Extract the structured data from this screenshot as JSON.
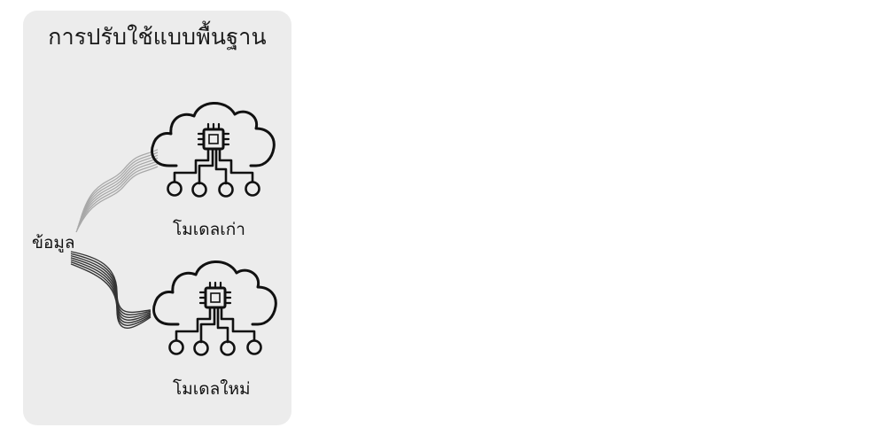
{
  "title": "การปรับใช้แบบพื้นฐาน",
  "data_label": "ข้อมูล",
  "old_model_label": "โมเดลเก่า",
  "new_model_label": "โมเดลใหม่",
  "icons": {
    "old_model": "cloud-chip-icon",
    "new_model": "cloud-chip-icon"
  },
  "colors": {
    "card_background": "#ececec",
    "old_flow": "#a8a8a8",
    "new_flow": "#333333",
    "icon_stroke": "#111111"
  }
}
